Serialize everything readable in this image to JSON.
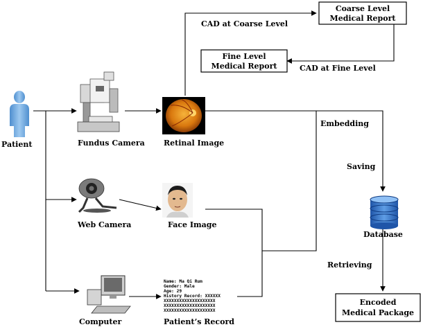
{
  "nodes": {
    "patient": "Patient",
    "fundus_camera": "Fundus Camera",
    "retinal_image": "Retinal Image",
    "web_camera": "Web Camera",
    "face_image": "Face Image",
    "computer": "Computer",
    "patient_record": "Patient’s Record",
    "database": "Database",
    "coarse_report": [
      "Coarse Level",
      "Medical Report"
    ],
    "fine_report": [
      "Fine Level",
      "Medical Report"
    ],
    "encoded_package": [
      "Encoded",
      "Medical Package"
    ]
  },
  "edges": {
    "cad_coarse": "CAD at Coarse Level",
    "cad_fine": "CAD at Fine Level",
    "embedding": "Embedding",
    "saving": "Saving",
    "retrieving": "Retrieving"
  },
  "record_text": [
    "Name: Ma Qi Rum",
    "Gender: Male",
    "Age: 29",
    "History Record: XXXXXX",
    "XXXXXXXXXXXXXXXXXXXX",
    "XXXXXXXXXXXXXXXXXXXX",
    "XXXXXXXXXXXXXXXXXXXX"
  ],
  "colors": {
    "patient_figure": "#6fa8dc",
    "retina": "#d9780e",
    "database": "#3a78c8"
  }
}
